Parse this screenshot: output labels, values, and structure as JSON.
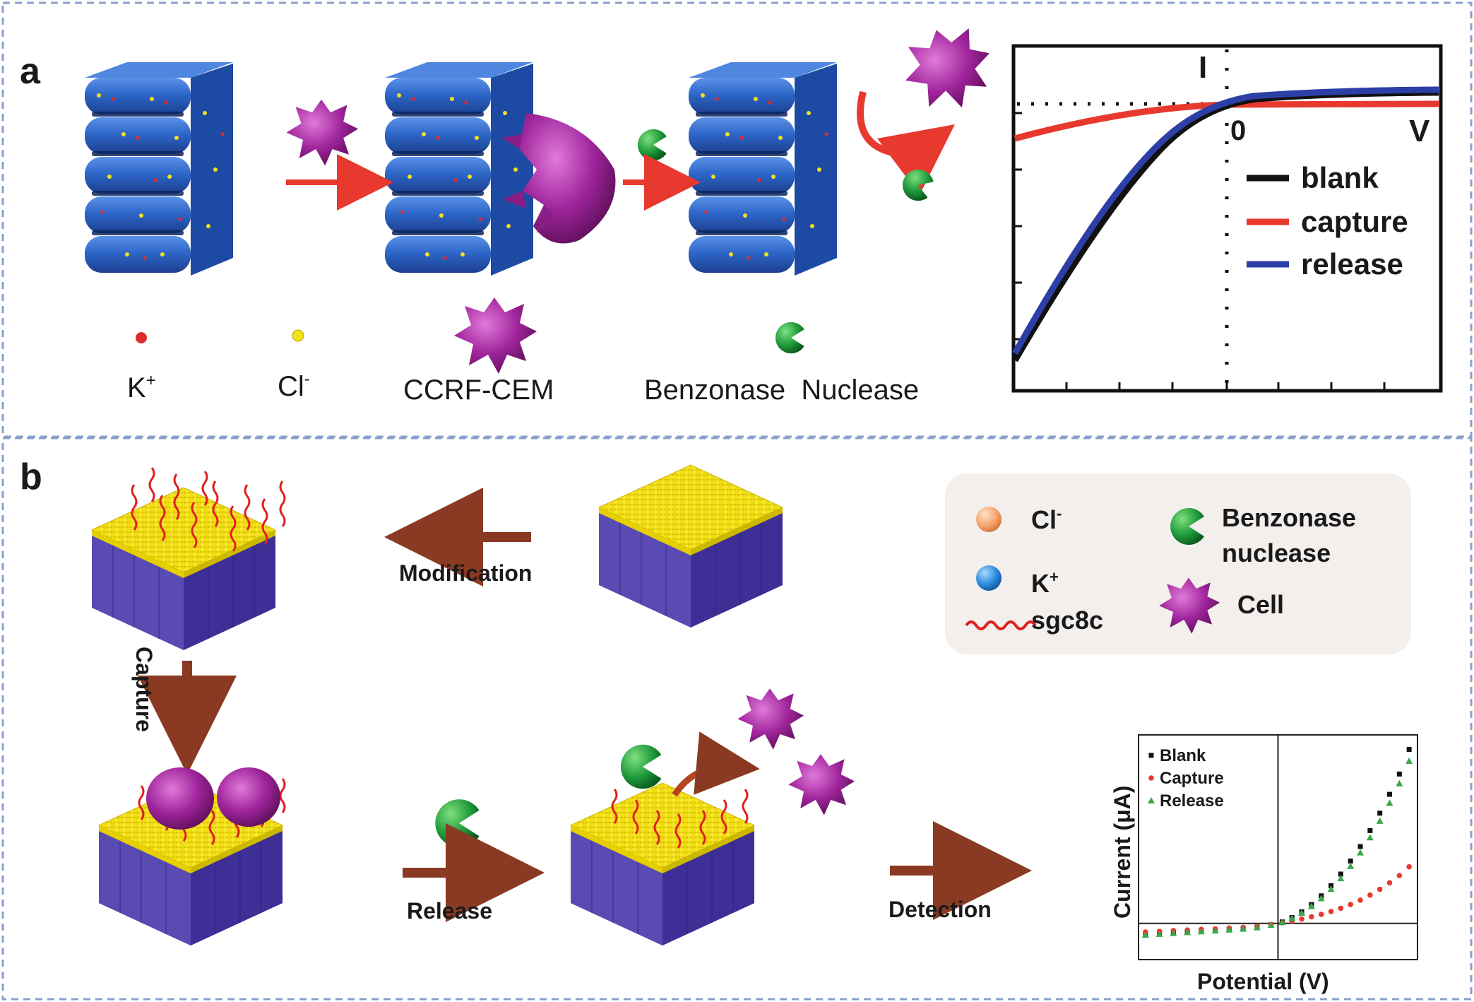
{
  "panel_a": {
    "label": "a",
    "legend": {
      "k_label": "K+",
      "k_base": "K",
      "k_sup": "+",
      "cl_label": "Cl-",
      "cl_base": "Cl",
      "cl_sup": "-",
      "cell_label": "CCRF-CEM",
      "enzyme_label": "Benzonase  Nuclease"
    },
    "iv_plot": {
      "y_axis_label": "I",
      "x_axis_label": "V",
      "origin_label": "0",
      "series": [
        {
          "name": "blank",
          "color": "#111111"
        },
        {
          "name": "capture",
          "color": "#e8392f"
        },
        {
          "name": "release",
          "color": "#2c3fa6"
        }
      ]
    }
  },
  "panel_b": {
    "label": "b",
    "steps": {
      "modification": "Modification",
      "capture": "Capture",
      "release": "Release",
      "detection": "Detection"
    },
    "legend": {
      "cl_label": "Cl-",
      "cl_base": "Cl",
      "cl_sup": "-",
      "k_label": "K+",
      "k_base": "K",
      "k_sup": "+",
      "sgc8c_label": "sgc8c",
      "benzonase_line1": "Benzonase",
      "benzonase_line2": "nuclease",
      "cell_label": "Cell"
    }
  },
  "chart_data": {
    "type": "scatter",
    "title": "",
    "xlabel": "Potential (V)",
    "ylabel": "Current (μA)",
    "xlim": [
      -1,
      1
    ],
    "ylim": [
      -0.25,
      1.3
    ],
    "grid": false,
    "legend_position": "top-left",
    "x": [
      -0.95,
      -0.85,
      -0.75,
      -0.65,
      -0.55,
      -0.45,
      -0.35,
      -0.25,
      -0.15,
      -0.05,
      0.03,
      0.1,
      0.17,
      0.24,
      0.31,
      0.38,
      0.45,
      0.52,
      0.59,
      0.66,
      0.73,
      0.8,
      0.87,
      0.94
    ],
    "series": [
      {
        "name": "Blank",
        "color": "#111111",
        "marker": "square",
        "values": [
          -0.07,
          -0.065,
          -0.06,
          -0.055,
          -0.05,
          -0.045,
          -0.04,
          -0.035,
          -0.025,
          -0.01,
          0.01,
          0.04,
          0.08,
          0.13,
          0.19,
          0.26,
          0.34,
          0.43,
          0.53,
          0.64,
          0.76,
          0.89,
          1.03,
          1.2
        ]
      },
      {
        "name": "Capture",
        "color": "#e8392f",
        "marker": "circle",
        "values": [
          -0.06,
          -0.055,
          -0.05,
          -0.046,
          -0.042,
          -0.038,
          -0.033,
          -0.028,
          -0.02,
          -0.008,
          0.004,
          0.016,
          0.03,
          0.045,
          0.062,
          0.082,
          0.104,
          0.13,
          0.16,
          0.195,
          0.235,
          0.28,
          0.33,
          0.39
        ]
      },
      {
        "name": "Release",
        "color": "#3aa84a",
        "marker": "triangle",
        "values": [
          -0.08,
          -0.074,
          -0.068,
          -0.062,
          -0.056,
          -0.05,
          -0.044,
          -0.038,
          -0.028,
          -0.012,
          0.008,
          0.036,
          0.072,
          0.118,
          0.172,
          0.236,
          0.31,
          0.394,
          0.488,
          0.592,
          0.706,
          0.83,
          0.965,
          1.12
        ]
      }
    ]
  },
  "colors": {
    "frame_dash": "#8aa0cc",
    "nanochannel_blue": "#2e67c9",
    "cell_purple": "#a0259c",
    "enzyme_green": "#1f9a3a",
    "arrow_red": "#e8392f",
    "arrow_brown": "#8a3a22",
    "gold": "#f2e01e",
    "membrane_purple": "#5a4bb3",
    "legend_bg": "#f3efed"
  },
  "icons": [
    "nanochannel-block-icon",
    "cancer-cell-icon",
    "benzonase-enzyme-icon",
    "potassium-ion-icon",
    "chloride-ion-icon",
    "dna-aptamer-icon",
    "gold-membrane-icon"
  ]
}
